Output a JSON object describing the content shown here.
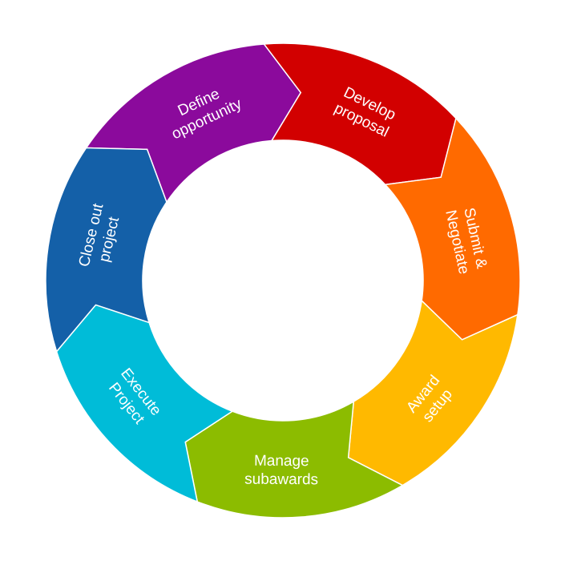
{
  "diagram": {
    "segments": [
      {
        "id": "define-opportunity",
        "lines": [
          "Define",
          "opportunity"
        ],
        "color": "#8B0A9C"
      },
      {
        "id": "develop-proposal",
        "lines": [
          "Develop",
          "proposal"
        ],
        "color": "#D20000"
      },
      {
        "id": "submit-negotiate",
        "lines": [
          "Submit &",
          "Negotiate"
        ],
        "color": "#FF6A00"
      },
      {
        "id": "award-setup",
        "lines": [
          "Award",
          "setup"
        ],
        "color": "#FFB900"
      },
      {
        "id": "manage-subawards",
        "lines": [
          "Manage",
          "subawards"
        ],
        "color": "#8CBC00"
      },
      {
        "id": "execute-project",
        "lines": [
          "Execute",
          "Project"
        ],
        "color": "#00BCD8"
      },
      {
        "id": "close-out-project",
        "lines": [
          "Close out",
          "project"
        ],
        "color": "#1460A8"
      }
    ]
  }
}
